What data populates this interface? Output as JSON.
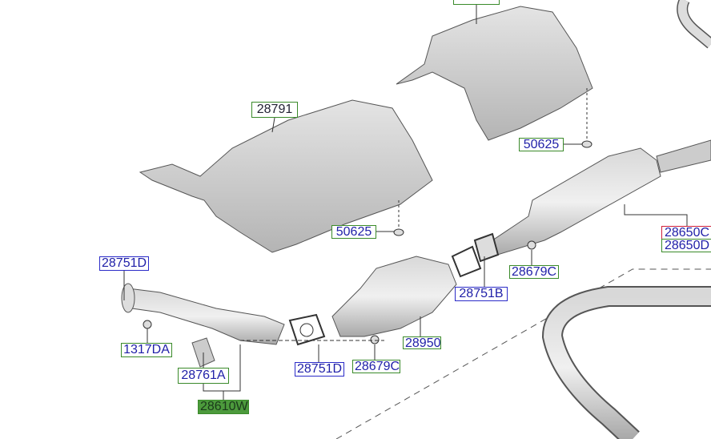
{
  "diagram": {
    "labels": {
      "heat_shield_front": "28791",
      "nut_top": "50625",
      "nut_front": "50625",
      "gasket_inlet": "28751D",
      "clip": "1317DA",
      "hanger": "28761A",
      "front_pipe_assy": "28610W",
      "gasket_mid": "28751D",
      "nut_mid": "28679C",
      "catalytic_converter": "28950",
      "gasket_rear": "28751B",
      "nut_rear": "28679C",
      "muffler_c": "28650C",
      "muffler_d": "28650D"
    },
    "colors": {
      "label_text": "#1f1fa8",
      "box_green": "#3a8a2a",
      "box_blue": "#2b2bc8",
      "box_red": "#d0203a",
      "highlight": "#4c9a3c"
    }
  }
}
